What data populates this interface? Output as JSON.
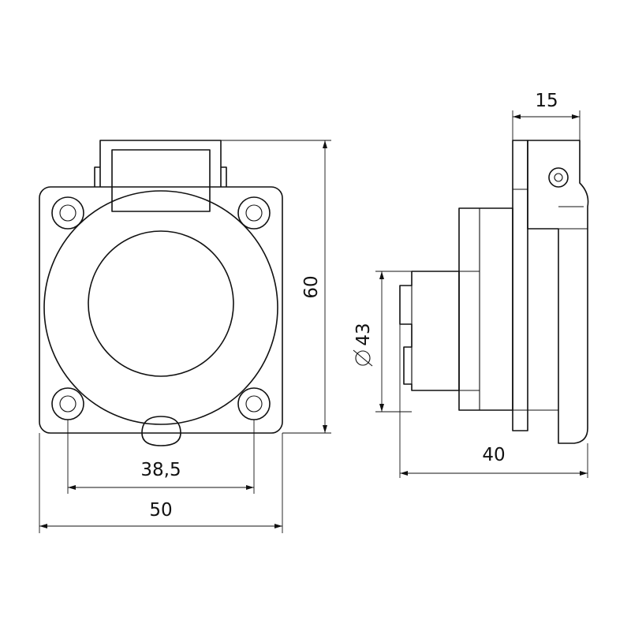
{
  "dimensions": {
    "front_flange_width": "50",
    "front_hole_spacing": "38,5",
    "front_height": "60",
    "side_diameter": "43",
    "side_depth": "40",
    "side_cover_depth": "15"
  },
  "symbols": {
    "diameter": "diameter-symbol"
  },
  "colors": {
    "line": "#111111",
    "background": "#ffffff"
  }
}
